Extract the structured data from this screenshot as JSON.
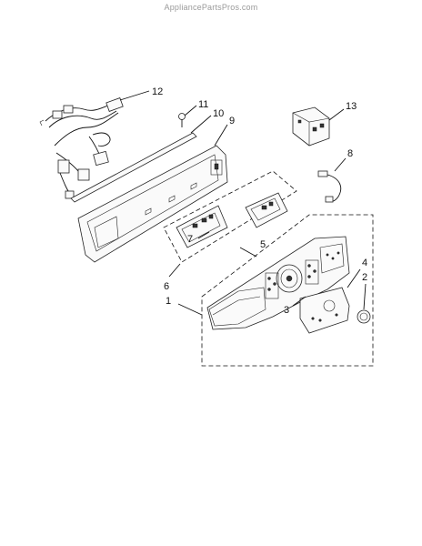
{
  "watermark": "AppliancePartsPros.com",
  "callouts": [
    {
      "id": "12",
      "label": "12"
    },
    {
      "id": "11",
      "label": "11"
    },
    {
      "id": "10",
      "label": "10"
    },
    {
      "id": "9",
      "label": "9"
    },
    {
      "id": "13",
      "label": "13"
    },
    {
      "id": "8",
      "label": "8"
    },
    {
      "id": "7",
      "label": "7"
    },
    {
      "id": "5",
      "label": "5"
    },
    {
      "id": "6",
      "label": "6"
    },
    {
      "id": "4",
      "label": "4"
    },
    {
      "id": "2",
      "label": "2"
    },
    {
      "id": "1",
      "label": "1"
    },
    {
      "id": "3",
      "label": "3"
    }
  ]
}
